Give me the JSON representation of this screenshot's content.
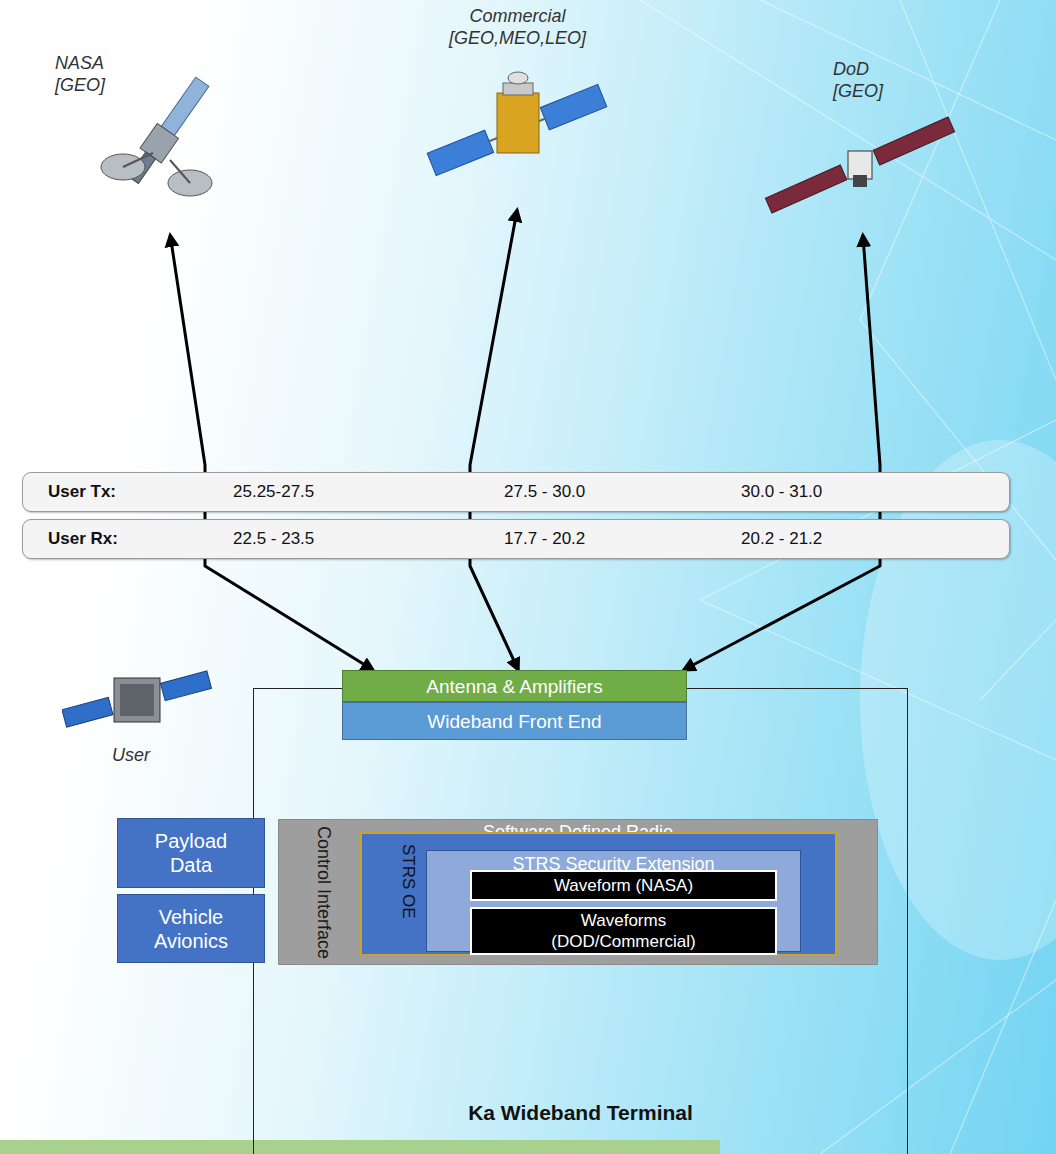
{
  "diagram": {
    "nodes": [
      {
        "text": [
          "NASA [GEO]"
        ]
      },
      {
        "text": [
          "Commercial [GEO,MEO,LEO]"
        ]
      },
      {
        "text": [
          "DoD [GEO]"
        ]
      },
      {
        "text": [
          "User Tx:",
          "25.25-27.5",
          "27.5 - 30.0",
          "30.0 - 31.0"
        ]
      },
      {
        "text": [
          "User Rx:",
          "22.5 - 23.5",
          "17.7 - 20.2",
          "20.2 - 21.2"
        ]
      },
      {
        "text": [
          "Ka Wideband Terminal"
        ]
      },
      {
        "text": [
          "Antenna & Amplifiers"
        ],
        "in": 5
      },
      {
        "text": [
          "Wideband Front End"
        ],
        "in": 5
      },
      {
        "text": [
          "Payload Data"
        ]
      },
      {
        "text": [
          "Vehicle Avionics"
        ]
      },
      {
        "text": [
          "Software Defined Radio",
          "Control Interface"
        ],
        "in": 5
      },
      {
        "text": [
          "STRS OE"
        ],
        "in": 10
      },
      {
        "text": [
          "STRS Security Extension"
        ],
        "in": 11
      },
      {
        "text": [
          "Waveform (NASA)"
        ],
        "in": 12
      },
      {
        "text": [
          "Waveforms (DOD/Commercial)"
        ],
        "in": 12
      }
    ],
    "edges": [
      {
        "from": 0,
        "to": 6,
        "arrow": "both"
      },
      {
        "from": 1,
        "to": 6,
        "arrow": "both"
      },
      {
        "from": 2,
        "to": 6,
        "arrow": "both"
      }
    ],
    "labels": [
      "User"
    ]
  }
}
